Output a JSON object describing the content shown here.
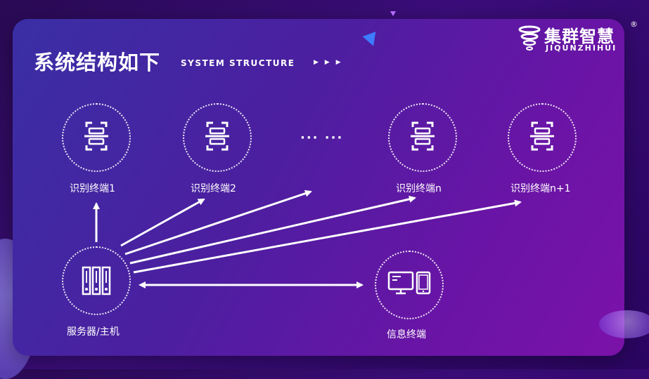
{
  "header": {
    "title": "系统结构如下",
    "subtitle": "SYSTEM STRUCTURE",
    "subtitle_mark": "▶ ▶ ▶"
  },
  "brand": {
    "name": "集群智慧",
    "name_en": "JIQUNZHIHUI",
    "registered": "®"
  },
  "diagram": {
    "terminals": [
      {
        "label": "识别终端1",
        "icon": "scanner-icon"
      },
      {
        "label": "识别终端2",
        "icon": "scanner-icon"
      },
      {
        "label": "识别终端n",
        "icon": "scanner-icon"
      },
      {
        "label": "识别终端n+1",
        "icon": "scanner-icon"
      }
    ],
    "ellipsis": "··· ···",
    "server": {
      "label": "服务器/主机",
      "icon": "server-rack-icon"
    },
    "info_terminal": {
      "label": "信息终端",
      "icon": "monitor-tablet-icon"
    },
    "colors": {
      "background": "#2a0a55",
      "panel_start": "#3a2fa5",
      "panel_end": "#7b12a8",
      "accent": "#3d7bff"
    }
  }
}
